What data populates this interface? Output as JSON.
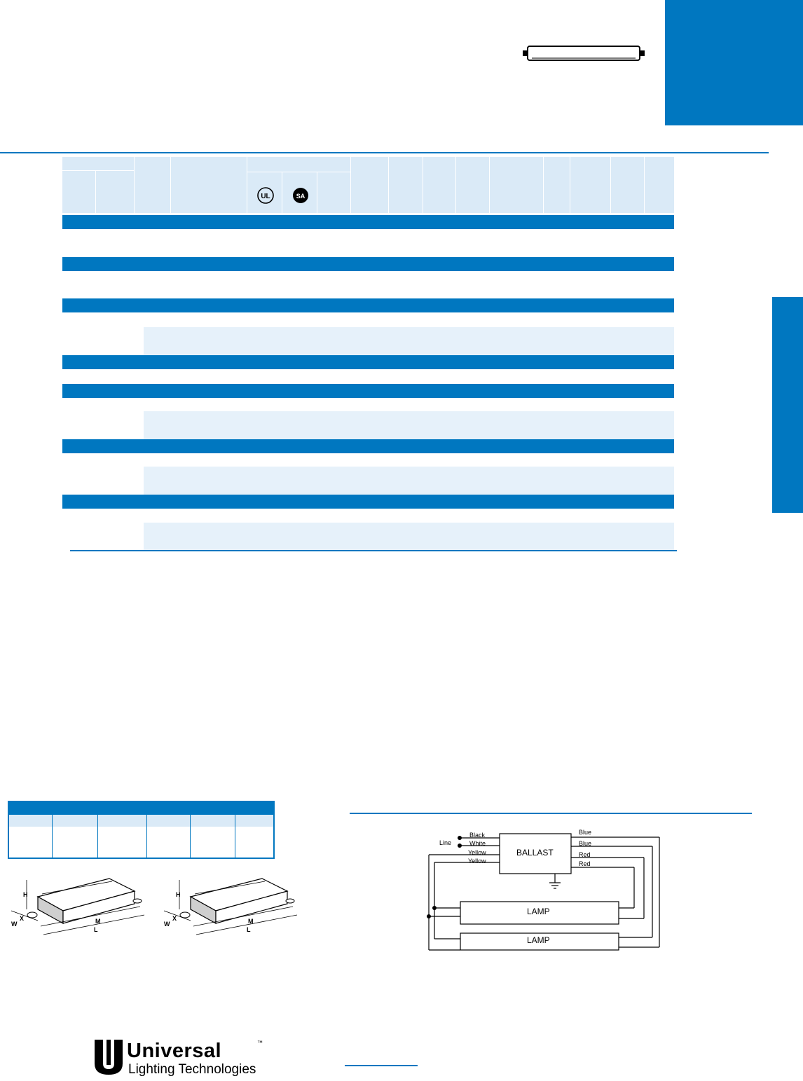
{
  "colors": {
    "accent": "#0077c0",
    "header_fill": "#daeaf7",
    "row_fill": "#e6f1fa"
  },
  "cert_icons": [
    "ul-listed-icon",
    "csa-certified-icon"
  ],
  "wiring": {
    "line_label": "Line",
    "left_wires": [
      "Black",
      "White",
      "Yellow",
      "Yellow"
    ],
    "right_wires": [
      "Blue",
      "Blue",
      "Red",
      "Red"
    ],
    "ballast_label": "BALLAST",
    "lamp_labels": [
      "LAMP",
      "LAMP"
    ]
  },
  "diagram_labels": [
    "H",
    "W",
    "X",
    "M",
    "L"
  ],
  "logo": {
    "name": "Universal",
    "tm": "™",
    "subtitle": "Lighting Technologies"
  }
}
